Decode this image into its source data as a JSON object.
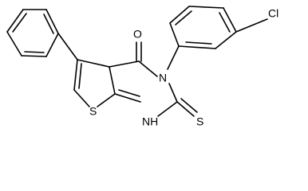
{
  "molecule": {
    "atom_labels": {
      "oxygen": "O",
      "nitrogen": "N",
      "chlorine": "Cl",
      "ring_sulfur": "S",
      "thione_sulfur": "S",
      "nh": "NH"
    }
  }
}
